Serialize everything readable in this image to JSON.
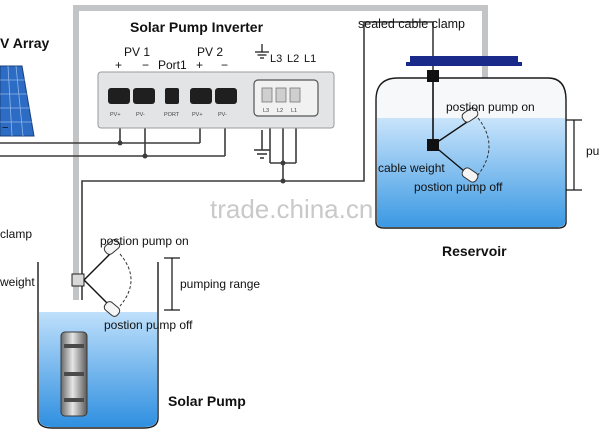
{
  "labels": {
    "inverter_title": "Solar Pump Inverter",
    "pv_array": "V Array",
    "pv1": "PV 1",
    "port1": "Port1",
    "pv2": "PV 2",
    "plus": "+",
    "minus": "−",
    "l3": "L3",
    "l2": "L2",
    "l1": "L1",
    "sealed_clamp": "sealed cable clamp",
    "res_pump_on": "postion pump on",
    "res_cable_weight": "cable weight",
    "res_pump_off": "postion pump off",
    "res_range_cut": "pur",
    "reservoir": "Reservoir",
    "well_clamp": "clamp",
    "well_weight": "weight",
    "well_pump_on": "postion pump on",
    "pumping_range": "pumping range",
    "well_pump_off": "postion pump off",
    "solar_pump": "Solar Pump",
    "watermark": "trade.china.cn",
    "term_pv1_plus": "PV+",
    "term_pv1_minus": "PV-",
    "term_port": "PORT",
    "term_pv2_plus": "PV+",
    "term_pv2_minus": "PV-",
    "term_t3": "L3",
    "term_t2": "L2",
    "term_t1": "L1"
  },
  "colors": {
    "water": "#4aa3e6",
    "water_light": "#d8eafa",
    "cable": "#3c3c3c",
    "inverter_box": "#e2e4e6",
    "panel": "#2d6cc4",
    "lid": "#1a2a8a",
    "pipe": "#c2c4c6"
  }
}
